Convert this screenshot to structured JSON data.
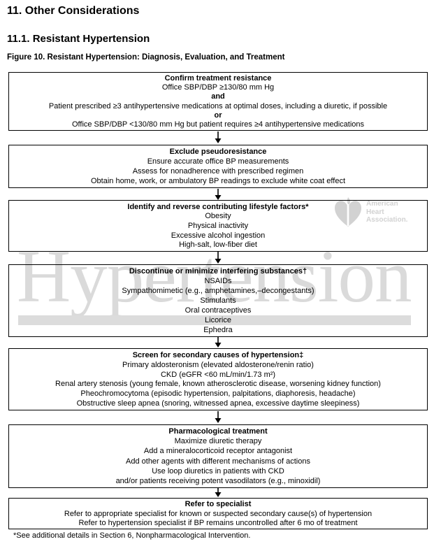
{
  "page": {
    "section_heading": "11. Other Considerations",
    "subsection_heading": "11.1. Resistant Hypertension",
    "figure_caption": "Figure 10. Resistant Hypertension: Diagnosis, Evaluation, and Treatment",
    "footnote": "*See additional details in Section 6, Nonpharmacological Intervention."
  },
  "watermarks": {
    "journal_name": "Hypertension",
    "aha": {
      "line1": "American",
      "line2": "Heart",
      "line3": "Association."
    }
  },
  "flowchart": {
    "boxes": [
      {
        "title": "Confirm treatment resistance",
        "lines": [
          "Office SBP/DBP ≥130/80 mm Hg",
          "and",
          "Patient prescribed ≥3 antihypertensive medications at optimal doses, including a diuretic, if possible",
          "or",
          "Office SBP/DBP <130/80 mm Hg but patient requires ≥4 antihypertensive medications"
        ]
      },
      {
        "title": "Exclude pseudoresistance",
        "lines": [
          "Ensure accurate office BP measurements",
          "Assess for nonadherence with prescribed regimen",
          "Obtain home, work, or ambulatory BP readings to exclude white coat effect"
        ]
      },
      {
        "title": "Identify and reverse contributing lifestyle factors*",
        "lines": [
          "Obesity",
          "Physical inactivity",
          "Excessive alcohol ingestion",
          "High-salt, low-fiber diet"
        ]
      },
      {
        "title": "Discontinue or minimize interfering substances†",
        "lines": [
          "NSAIDs",
          "Sympathomimetic (e.g., amphetamines,–decongestants)",
          "Stimulants",
          "Oral contraceptives",
          "Licorice",
          "Ephedra"
        ]
      },
      {
        "title": "Screen for secondary causes of hypertension‡",
        "lines": [
          "Primary aldosteronism (elevated aldosterone/renin ratio)",
          "CKD (eGFR <60 mL/min/1.73 m²)",
          "Renal artery stenosis (young female, known atherosclerotic disease, worsening kidney function)",
          "Pheochromocytoma (episodic hypertension, palpitations, diaphoresis, headache)",
          "Obstructive sleep apnea (snoring, witnessed apnea, excessive daytime sleepiness)"
        ]
      },
      {
        "title": "Pharmacological treatment",
        "lines": [
          "Maximize diuretic therapy",
          "Add a mineralocorticoid receptor antagonist",
          "Add other agents with different mechanisms of actions",
          "Use loop diuretics in patients with CKD",
          "and/or patients receiving potent vasodilators (e.g., minoxidil)"
        ]
      },
      {
        "title": "Refer to specialist",
        "lines": [
          "Refer to appropriate specialist for known or suspected secondary cause(s) of hypertension",
          "Refer to hypertension specialist if BP remains uncontrolled after 6 mo of treatment"
        ]
      }
    ]
  },
  "colors": {
    "text": "#000000",
    "box_border": "#000000",
    "watermark_text": "#dadada",
    "watermark_bar": "#dcdcdc",
    "background": "#ffffff"
  }
}
